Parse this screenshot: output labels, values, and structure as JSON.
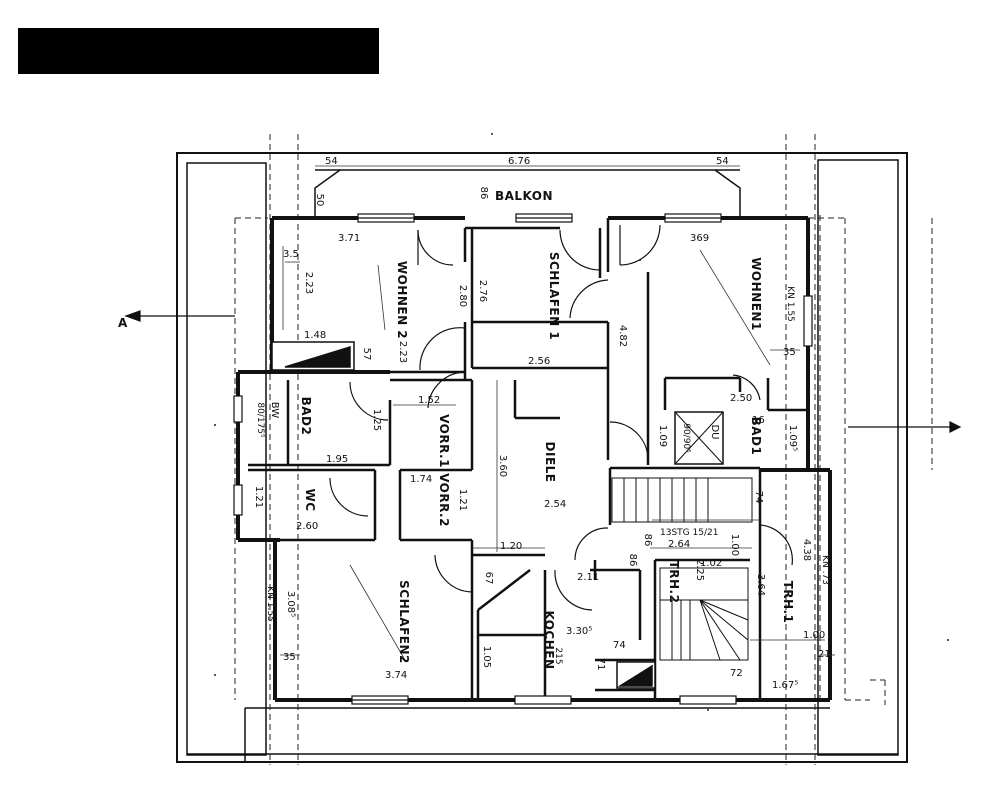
{
  "rooms": {
    "balkon": "BALKON",
    "wohnen2": "WOHNEN 2",
    "schlafen1": "SCHLAFEN 1",
    "wohnen1": "WOHNEN1",
    "bad2": "BAD2",
    "vorr1": "VORR.1",
    "diele": "DIELE",
    "bad1": "BAD1",
    "wc": "WC",
    "vorr2": "VORR.2",
    "schlafen2": "SCHLAFEN2",
    "kochen": "KOCHEN",
    "trh2": "TRH.2",
    "trh1": "TRH.1"
  },
  "labels": {
    "section_left": "A",
    "bw": "BW",
    "bw_size": "80/175⁵",
    "du": "DU",
    "du_size": "90/90⁵",
    "stair_spec": "13STG 15/21"
  },
  "dimensions": {
    "d_54_left": "54",
    "d_676": "6.76",
    "d_54_right": "54",
    "d_86_top": "86",
    "d_50": "50",
    "d_371": "3.71",
    "d_369": "369",
    "d_35_tl": "3.5",
    "d_223": "2.23",
    "d_280": "2.80",
    "d_276": "2.76",
    "d_kn155_top": "KN 1.55",
    "d_148": "1.48",
    "d_57": "57",
    "d_223b": "2.23",
    "d_256": "2.56",
    "d_482": "4.82",
    "d_35_r": "35",
    "d_152": "1.52",
    "d_250": "2.50",
    "d_125": "1.25",
    "d_16": "16",
    "d_109": "1.09",
    "d_109b": "1.09⁵",
    "d_195": "1.95",
    "d_360": "3.60",
    "d_254": "2.54",
    "d_174": "1.74",
    "d_121a": "1.21",
    "d_121b": "1.21",
    "d_74a": "74",
    "d_260": "2.60",
    "d_86_mid": "86",
    "d_264": "2.64",
    "d_100": "1.00",
    "d_120": "1.20",
    "d_438": "4.38",
    "d_kn73": "KN .73",
    "d_86_low": "86",
    "d_102": "1.02",
    "d_364": "3.64",
    "d_67": "67",
    "d_211": "2.11",
    "d_226": "2.25",
    "d_308": "3.08⁵",
    "d_kn155_low": "KN 1.55",
    "d_330": "3.30⁵",
    "d_74b": "74",
    "d_100b": "1.00",
    "d_21": "21",
    "d_35_bl": "35",
    "d_105": "1.05",
    "d_215": "215",
    "d_71": "71",
    "d_72": "72",
    "d_374": "3.74",
    "d_167": "1.67⁵"
  }
}
